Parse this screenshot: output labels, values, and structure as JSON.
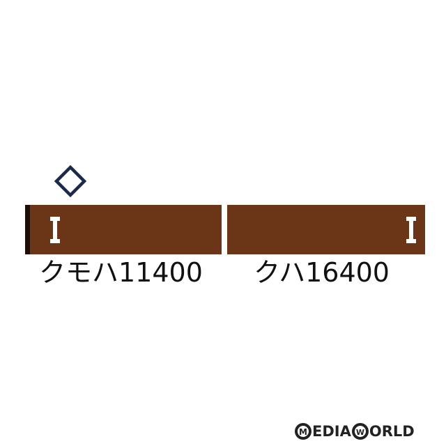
{
  "cars": [
    {
      "label": "クモハ11400",
      "has_pantograph": true,
      "cab_end": "left"
    },
    {
      "label": "クハ16400",
      "has_pantograph": false,
      "cab_end": "none"
    }
  ],
  "colors": {
    "car_body": "#6b3517",
    "cab_end": "#1e0d04",
    "door_mark": "#ffffff",
    "label_text": "#111111"
  },
  "watermark": {
    "text_1": "EDIA",
    "text_2": "ORLD",
    "icons": [
      "record-m-icon",
      "record-w-icon"
    ]
  }
}
